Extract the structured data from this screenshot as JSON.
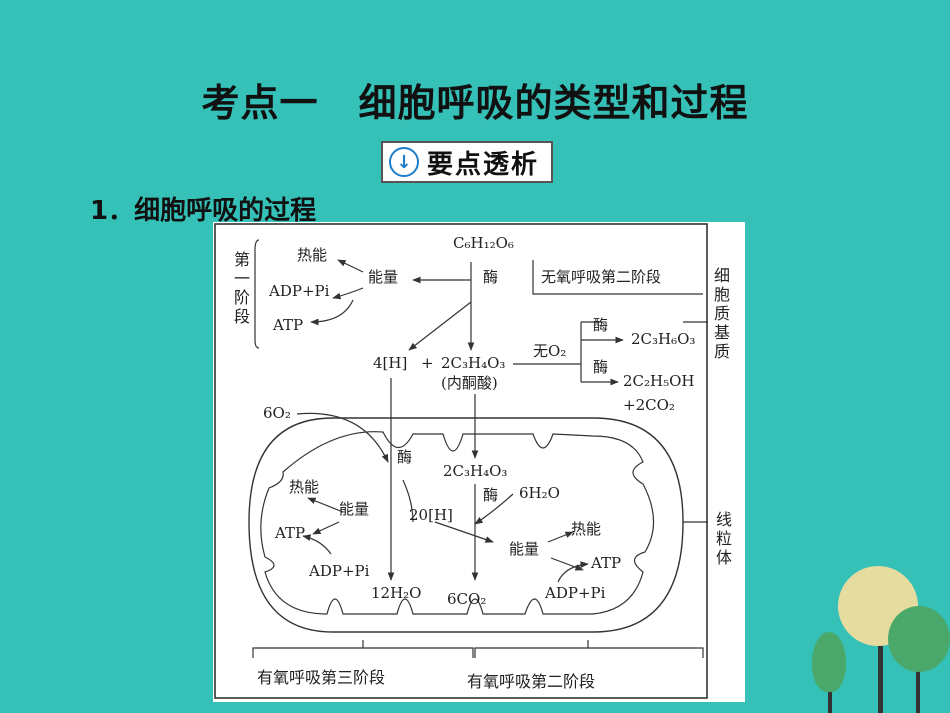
{
  "title": {
    "part1": "考点一",
    "part2": "细胞呼吸的类型和过程"
  },
  "badge": {
    "icon": "down-arrow-circle-icon",
    "label": "要点透析"
  },
  "section": {
    "label": "1．细胞呼吸的过程"
  },
  "diagram": {
    "stage1": "第一阶段",
    "heat1": "热能",
    "energy1": "能量",
    "adp1": "ADP+Pi",
    "atp1": "ATP",
    "glucose": "C₆H₁₂O₆",
    "enzyme1": "酶",
    "anaerobic2": "无氧呼吸第二阶段",
    "cytoplasm": "细胞质基质",
    "h4": "4[H]",
    "plus": "+",
    "pyruvate": "2C₃H₄O₃",
    "pyruvate_name": "(内酮酸)",
    "no_o2": "无O₂",
    "enzyme2": "酶",
    "lactic": "2C₃H₆O₃",
    "enzyme3": "酶",
    "ethanol": "2C₂H₅OH",
    "co2_2": "+2CO₂",
    "o2": "6O₂",
    "enzyme4": "酶",
    "pyruvate2": "2C₃H₄O₃",
    "enzyme5": "酶",
    "water6": "6H₂O",
    "heat2": "热能",
    "energy2": "能量",
    "h20": "20[H]",
    "atp2": "ATP",
    "adp2": "ADP+Pi",
    "heat3": "热能",
    "energy3": "能量",
    "atp3": "ATP",
    "adp3": "ADP+Pi",
    "water12": "12H₂O",
    "co2_6": "6CO₂",
    "mito": "线粒体",
    "aerobic3": "有氧呼吸第三阶段",
    "aerobic2": "有氧呼吸第二阶段"
  },
  "colors": {
    "background": "#35c1b8",
    "tree_light": "#e6dca0",
    "tree_green": "#4aa86a"
  }
}
